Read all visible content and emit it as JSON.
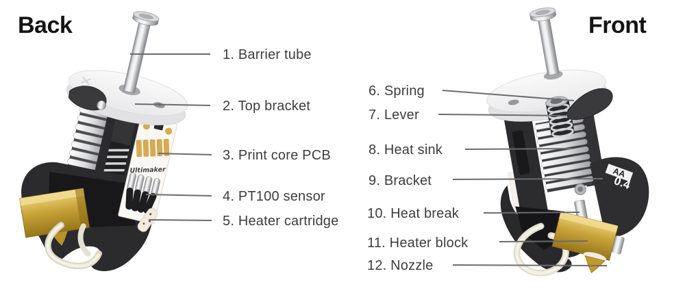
{
  "titles": {
    "back": "Back",
    "front": "Front"
  },
  "back_labels": [
    {
      "text": "1. Barrier tube"
    },
    {
      "text": "2. Top bracket"
    },
    {
      "text": "3. Print core PCB"
    },
    {
      "text": "4. PT100 sensor"
    },
    {
      "text": "5. Heater cartridge"
    }
  ],
  "front_labels": [
    {
      "text": "6. Spring"
    },
    {
      "text": "7. Lever"
    },
    {
      "text": "8. Heat sink"
    },
    {
      "text": "9. Bracket"
    },
    {
      "text": "10. Heat break"
    },
    {
      "text": "11. Heater block"
    },
    {
      "text": "12. Nozzle"
    }
  ],
  "illustration": {
    "pcb_logo": "Ultimaker",
    "core_type_label": "AA",
    "core_size_label": "0.4"
  },
  "colors": {
    "leader_line": "#6b6c6e",
    "label_text": "#3d3d3d",
    "title_text": "#141414",
    "brass": "#c9a137",
    "pcb_gold": "#d9aa4e",
    "black_plastic": "#2b2b2d",
    "background": "#ffffff"
  }
}
